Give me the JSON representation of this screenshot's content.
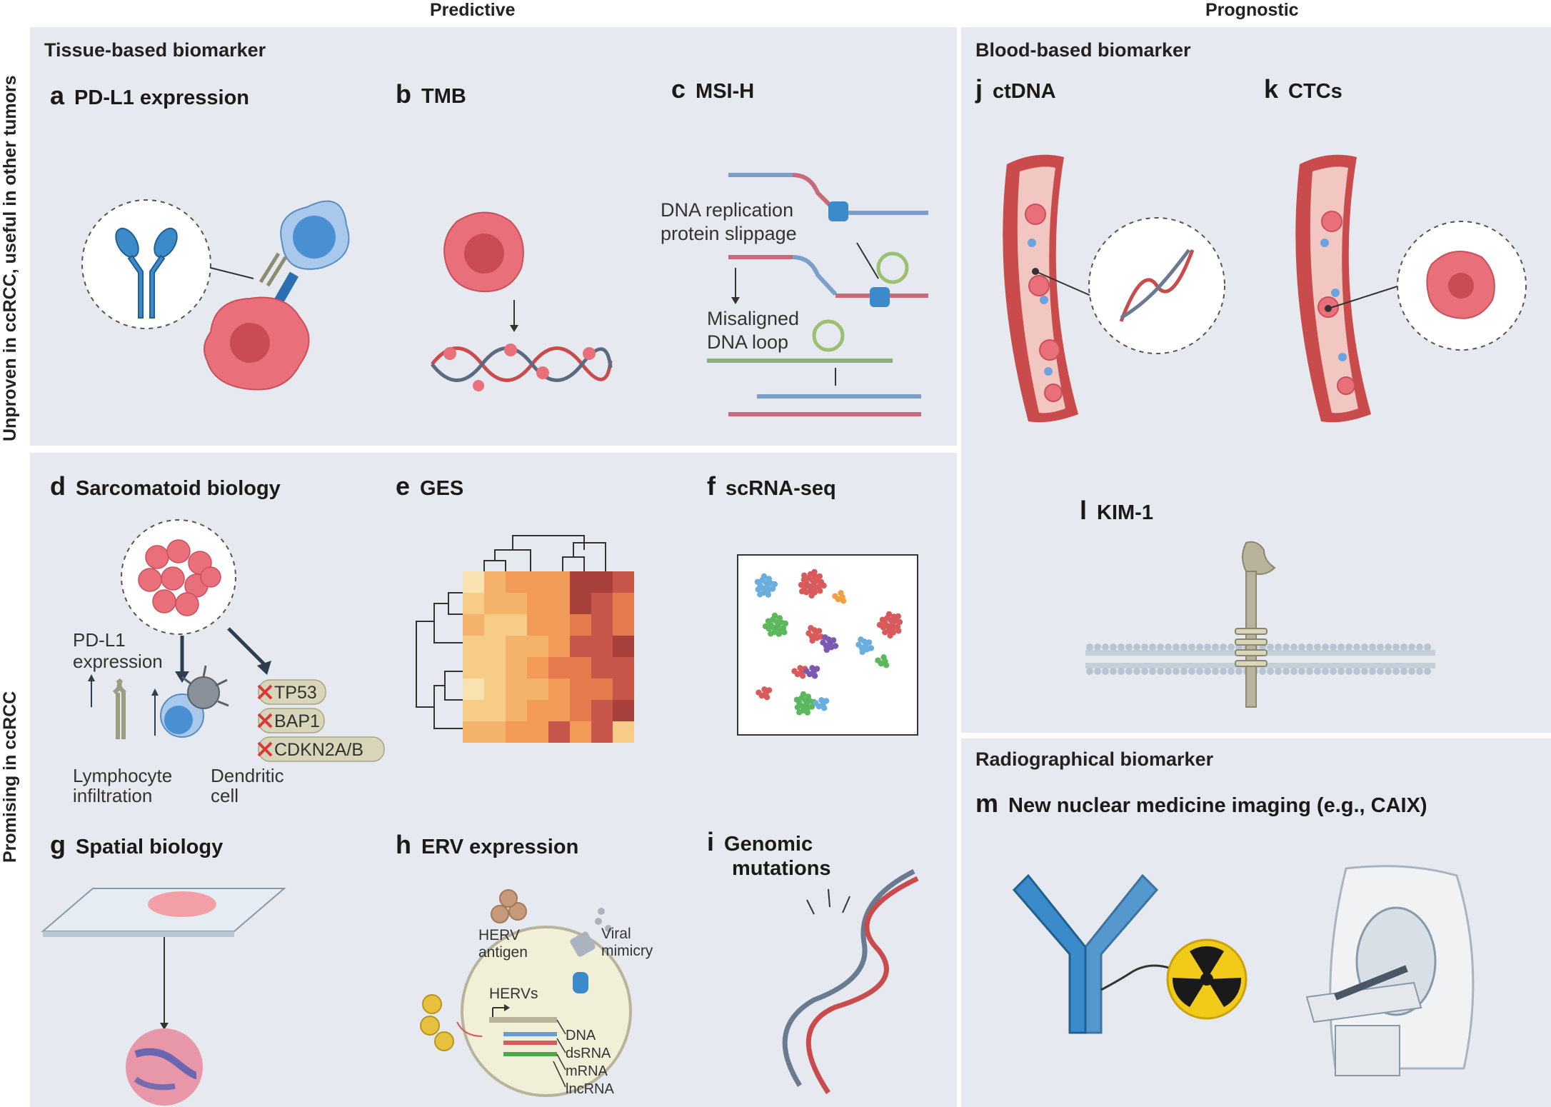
{
  "columns": {
    "predictive": "Predictive",
    "prognostic": "Prognostic"
  },
  "rows": {
    "top": "Unproven in ccRCC, useful in other tumors",
    "bottom": "Promising in ccRCC"
  },
  "sections": {
    "tissue": "Tissue-based biomarker",
    "blood": "Blood-based biomarker",
    "radio": "Radiographical biomarker"
  },
  "panels": {
    "a": {
      "letter": "a",
      "title": "PD-L1 expression"
    },
    "b": {
      "letter": "b",
      "title": "TMB"
    },
    "c": {
      "letter": "c",
      "title": "MSI-H",
      "text1": "DNA replication",
      "text2": "protein slippage",
      "text3": "Misaligned",
      "text4": "DNA loop"
    },
    "d": {
      "letter": "d",
      "title": "Sarcomatoid biology",
      "pdl1a": "PD-L1",
      "pdl1b": "expression",
      "genes": [
        "TP53",
        "BAP1",
        "CDKN2A/B"
      ],
      "lymph1": "Lymphocyte",
      "lymph2": "infiltration",
      "dend1": "Dendritic",
      "dend2": "cell"
    },
    "e": {
      "letter": "e",
      "title": "GES"
    },
    "f": {
      "letter": "f",
      "title": "scRNA-seq"
    },
    "g": {
      "letter": "g",
      "title": "Spatial biology"
    },
    "h": {
      "letter": "h",
      "title": "ERV expression",
      "herv1": "HERV",
      "herv2": "antigen",
      "viral1": "Viral",
      "viral2": "mimicry",
      "hervs": "HERVs",
      "legend": [
        "DNA",
        "dsRNA",
        "mRNA",
        "lncRNA"
      ]
    },
    "i": {
      "letter": "i",
      "title1": "Genomic",
      "title2": "mutations"
    },
    "j": {
      "letter": "j",
      "title": "ctDNA"
    },
    "k": {
      "letter": "k",
      "title": "CTCs"
    },
    "l": {
      "letter": "l",
      "title": "KIM-1"
    },
    "m": {
      "letter": "m",
      "title": "New nuclear medicine imaging (e.g., CAIX)"
    }
  },
  "colors": {
    "panel_bg": "#e6eaf0",
    "cell_red": "#e9707a",
    "antibody_blue": "#2f7fc1",
    "vessel": "#c94b4b"
  }
}
